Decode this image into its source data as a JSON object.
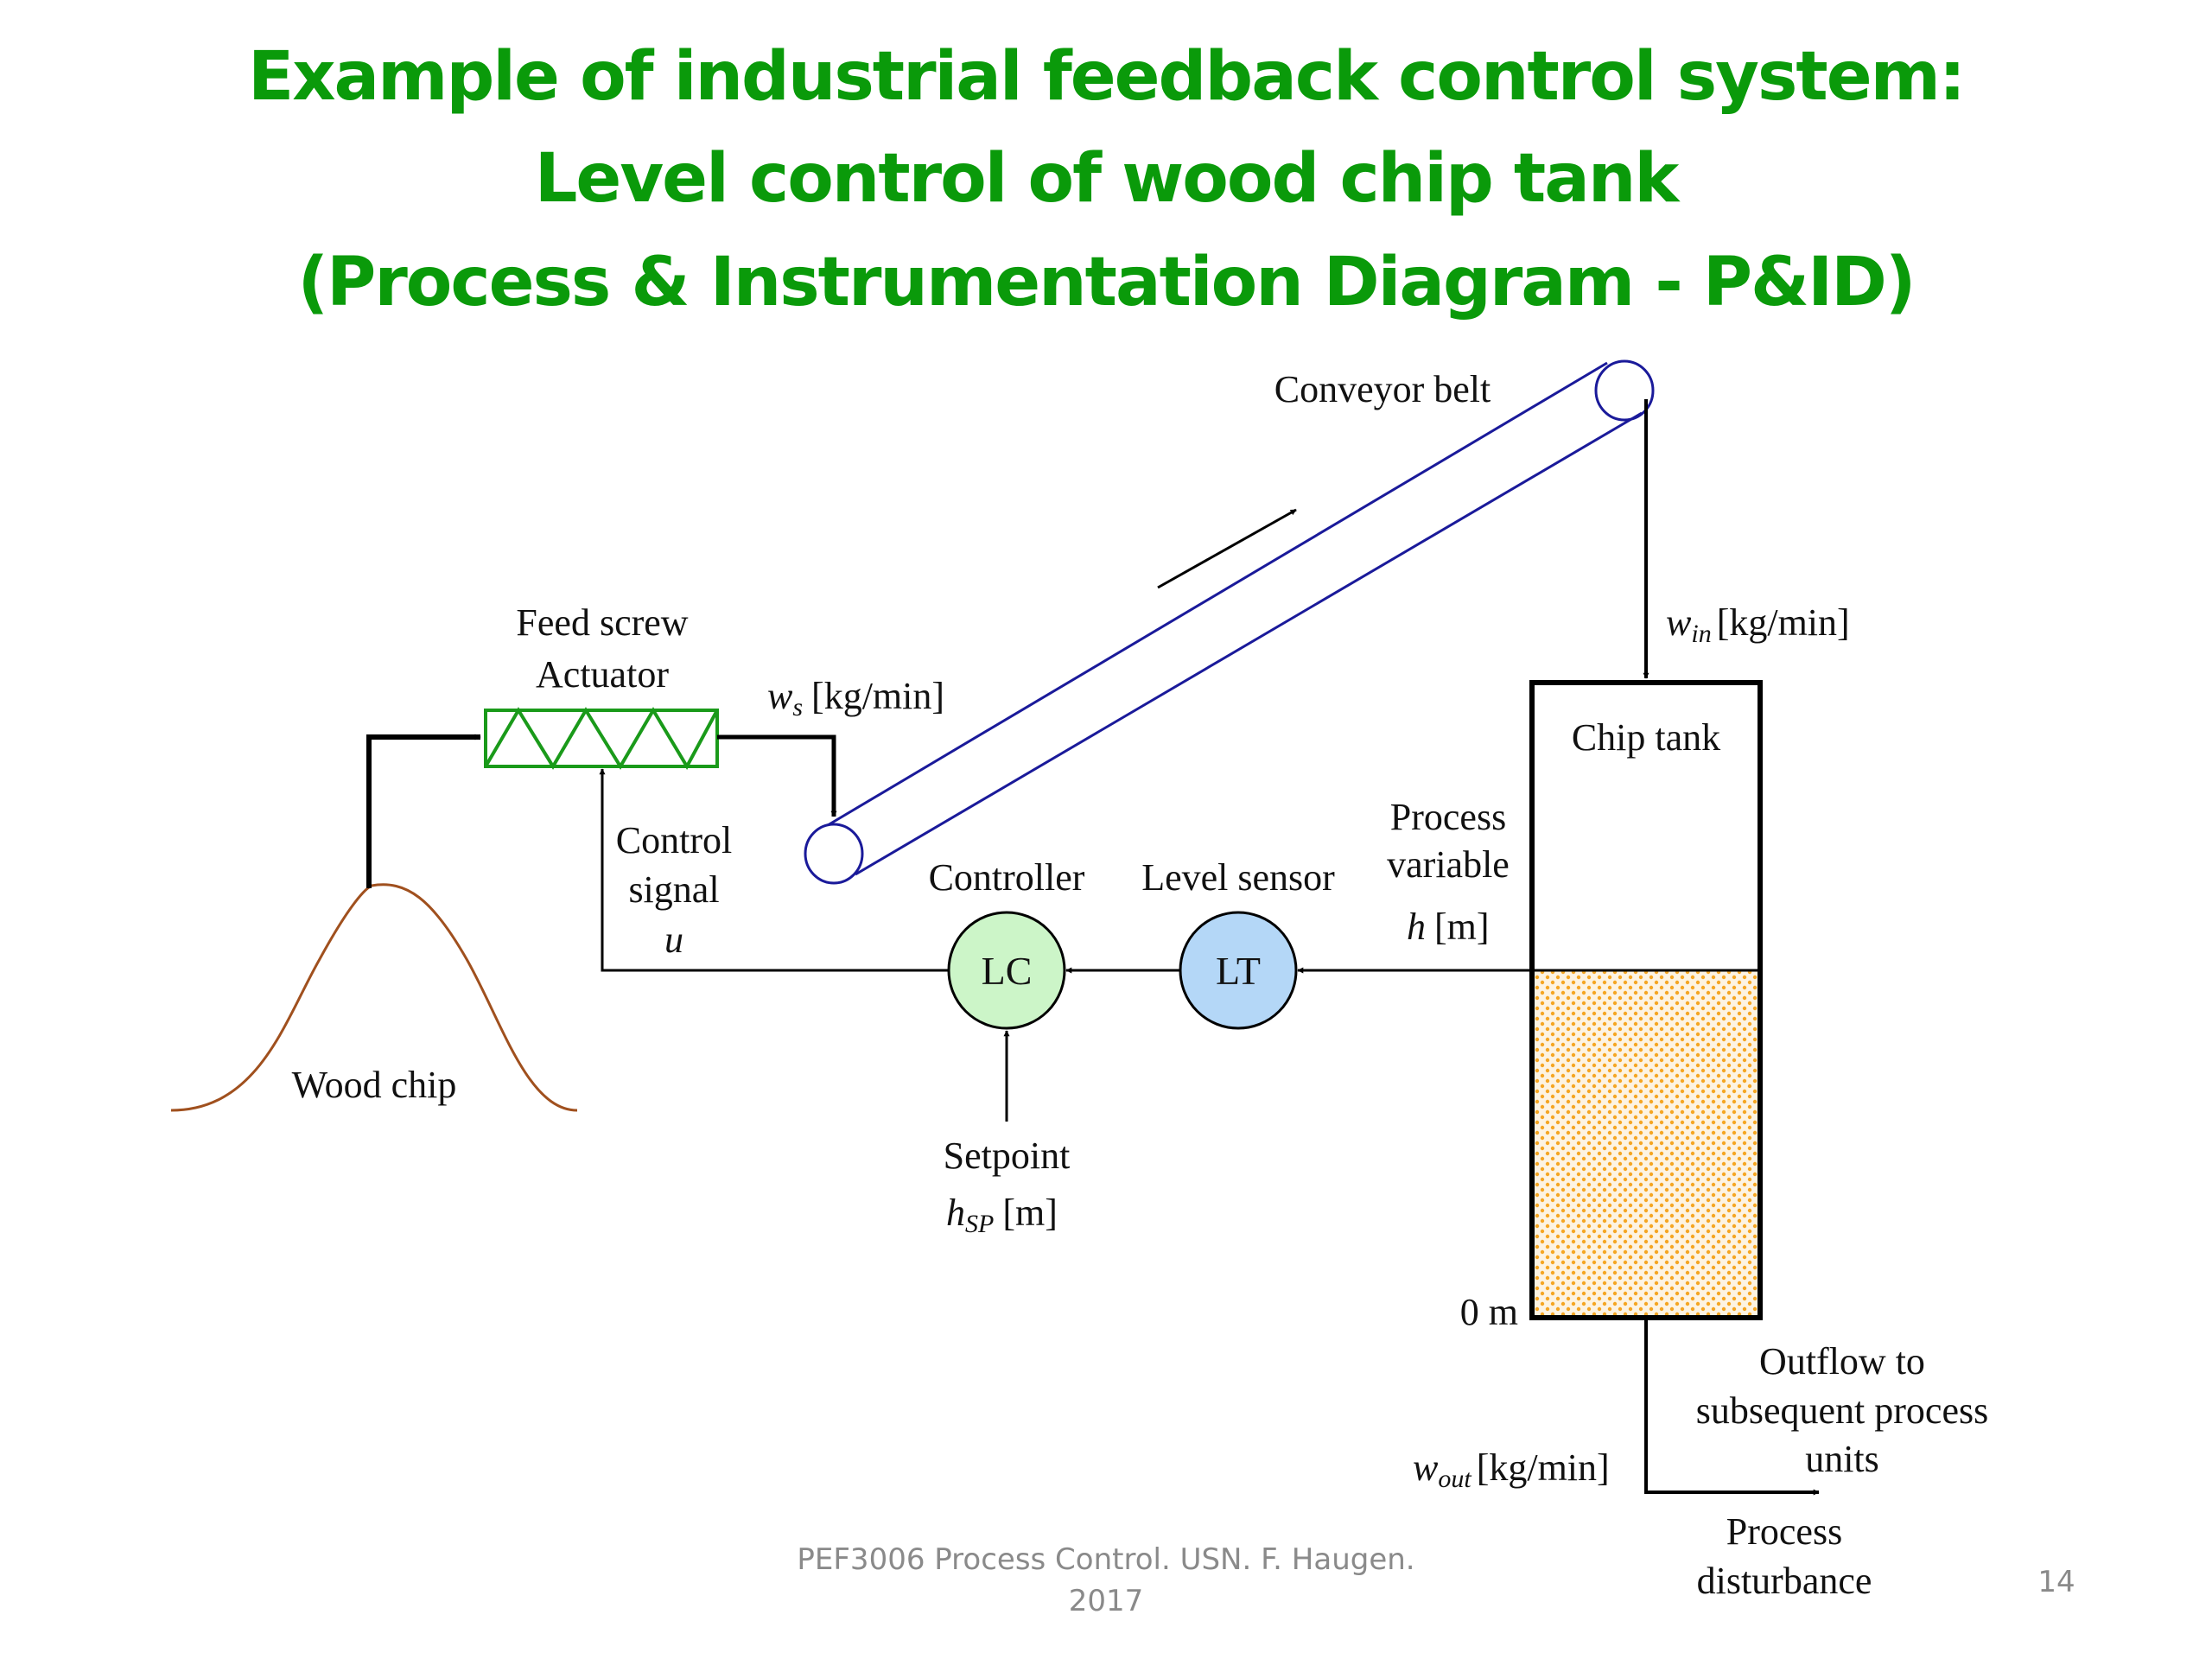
{
  "title": {
    "line1": "Example of industrial feedback control system:",
    "line2": "Level control of wood chip tank",
    "line3": "(Process & Instrumentation Diagram - P&ID)"
  },
  "colors": {
    "title": "#0a9a0a",
    "feed_screw": "#1a9a1a",
    "conveyor": "#1a1a9a",
    "wood_pile": "#a0501e",
    "controller_fill": "#ccf5c8",
    "sensor_fill": "#b4d7f7",
    "tank_fill_dots": "#f5a623",
    "tank_fill_bg": "#fdf3e2"
  },
  "labels": {
    "conveyor_belt": "Conveyor belt",
    "feed_screw": "Feed screw",
    "actuator": "Actuator",
    "ws_var": "w",
    "ws_sub": "s",
    "ws_unit": "[kg/min]",
    "win_var": "w",
    "win_sub": "in",
    "win_unit": "[kg/min]",
    "chip_tank": "Chip tank",
    "process": "Process",
    "variable": "variable",
    "h_var": "h",
    "h_unit": "[m]",
    "control": "Control",
    "signal": "signal",
    "u_var": "u",
    "controller": "Controller",
    "level_sensor": "Level sensor",
    "lc": "LC",
    "lt": "LT",
    "setpoint": "Setpoint",
    "hsp_var": "h",
    "hsp_sub": "SP",
    "hsp_unit": "[m]",
    "wood_chip": "Wood chip",
    "zero_m": "0 m",
    "outflow_1": "Outflow to",
    "outflow_2": "subsequent process",
    "outflow_3": "units",
    "wout_var": "w",
    "wout_sub": "out",
    "wout_unit": "[kg/min]",
    "disturbance_1": "Process",
    "disturbance_2": "disturbance"
  },
  "footer": {
    "line1": "PEF3006 Process Control. USN. F. Haugen.",
    "line2": "2017",
    "page_number": "14"
  }
}
